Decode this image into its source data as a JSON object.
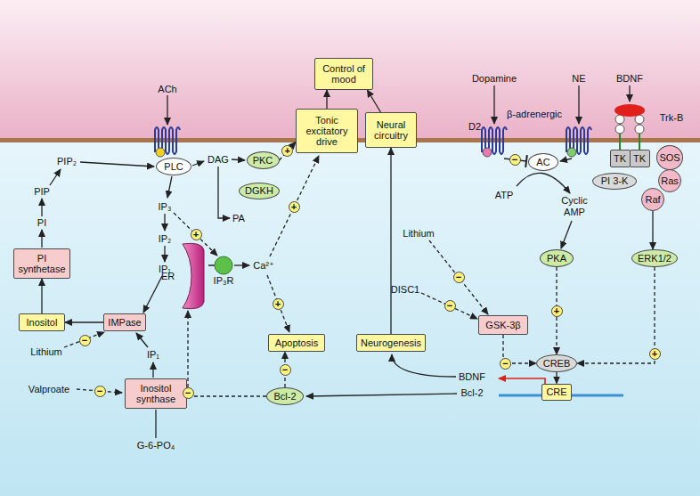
{
  "diagram": {
    "nodes": [
      {
        "text": [
          "Control of mood"
        ]
      },
      {
        "text": [
          "Tonic excitatory drive"
        ]
      },
      {
        "text": [
          "Neural circuitry"
        ]
      },
      {
        "text": [
          "PLC"
        ]
      },
      {
        "text": [
          "PKC"
        ]
      },
      {
        "text": [
          "DGKH"
        ]
      },
      {
        "text": [
          "PI synthetase"
        ]
      },
      {
        "text": [
          "Inositol"
        ]
      },
      {
        "text": [
          "IMPase"
        ]
      },
      {
        "text": [
          "Inositol synthase"
        ]
      },
      {
        "text": [
          "ER"
        ]
      },
      {
        "text": [
          "IP₃R"
        ]
      },
      {
        "text": [
          "Apoptosis"
        ]
      },
      {
        "text": [
          "Neurogenesis"
        ]
      },
      {
        "text": [
          "Bcl-2"
        ]
      },
      {
        "text": [
          "AC"
        ]
      },
      {
        "text": [
          "PKA"
        ]
      },
      {
        "text": [
          "GSK-3β"
        ]
      },
      {
        "text": [
          "CREB"
        ]
      },
      {
        "text": [
          "CRE"
        ]
      },
      {
        "text": [
          "ERK1/2"
        ]
      },
      {
        "text": [
          "PI 3-K"
        ]
      },
      {
        "text": [
          "TK"
        ]
      },
      {
        "text": [
          "TK"
        ]
      },
      {
        "text": [
          "SOS"
        ]
      },
      {
        "text": [
          "Ras"
        ]
      },
      {
        "text": [
          "Raf"
        ]
      }
    ],
    "edges": [
      {
        "from": 1,
        "to": 0,
        "arrow": "to"
      },
      {
        "from": 2,
        "to": 0,
        "arrow": "to"
      },
      {
        "from": 4,
        "to": 1,
        "arrow": "to",
        "label": "+"
      },
      {
        "from": 13,
        "to": 2,
        "arrow": "to"
      },
      {
        "from": 14,
        "to": 12,
        "arrow": "to",
        "label": "−"
      },
      {
        "from": 14,
        "to": 10,
        "arrow": "to",
        "label": "−"
      },
      {
        "from": 17,
        "to": 18,
        "arrow": "to",
        "label": "−"
      },
      {
        "from": 16,
        "to": 18,
        "arrow": "to",
        "label": "+"
      },
      {
        "from": 20,
        "to": 18,
        "arrow": "to",
        "label": "+"
      },
      {
        "from": 18,
        "to": 19,
        "arrow": "to"
      },
      {
        "from": 7,
        "to": 6,
        "arrow": "to"
      },
      {
        "from": 8,
        "to": 7,
        "arrow": "to"
      },
      {
        "from": 26,
        "to": 20,
        "arrow": "to"
      }
    ],
    "labels": [
      "ACh",
      "PIP₂",
      "PIP",
      "PI",
      "DAG",
      "PA",
      "IP₃",
      "IP₂",
      "IP₁",
      "IP₁",
      "Lithium",
      "Valproate",
      "G-6-PO₄",
      "Ca²⁺",
      "Dopamine",
      "NE",
      "BDNF",
      "D2",
      "β-adrenergic",
      "Trk-B",
      "ATP",
      "Cyclic AMP",
      "Lithium",
      "DISC1",
      "BDNF",
      "Bcl-2",
      "+",
      "+",
      "+",
      "−",
      "−",
      "−",
      "−",
      "−"
    ]
  }
}
